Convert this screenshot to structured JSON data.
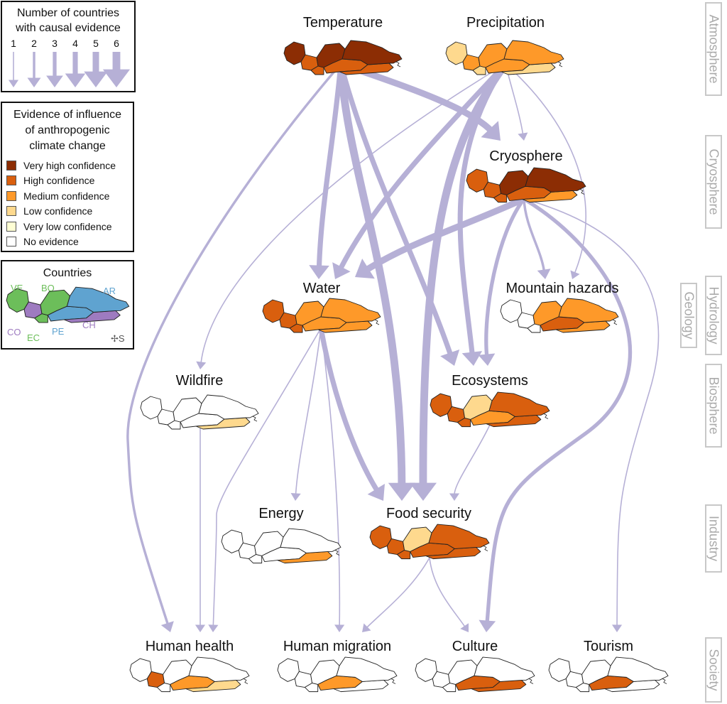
{
  "colors": {
    "arrow": "#b6b0d6",
    "very_high": "#8c2d04",
    "high": "#d95f0e",
    "medium": "#fe9929",
    "low": "#fed98e",
    "very_low": "#ffffd4",
    "none": "#ffffff",
    "green": "#6cbe5a",
    "purple": "#9e7bc0",
    "blue": "#5fa3d0"
  },
  "legend_arrows": {
    "title_line1": "Number of countries",
    "title_line2": "with causal evidence",
    "numbers": [
      "1",
      "2",
      "3",
      "4",
      "5",
      "6"
    ]
  },
  "legend_confidence": {
    "title_line1": "Evidence of influence",
    "title_line2": "of anthropogenic",
    "title_line3": "climate change",
    "items": [
      {
        "label": "Very high confidence",
        "color": "#8c2d04"
      },
      {
        "label": "High confidence",
        "color": "#d95f0e"
      },
      {
        "label": "Medium confidence",
        "color": "#fe9929"
      },
      {
        "label": "Low confidence",
        "color": "#fed98e"
      },
      {
        "label": "Very low confidence",
        "color": "#ffffd4"
      },
      {
        "label": "No evidence",
        "color": "#ffffff"
      }
    ]
  },
  "legend_countries": {
    "title": "Countries",
    "labels": {
      "ve": "VE",
      "bo": "BO",
      "ar": "AR",
      "co": "CO",
      "ec": "EC",
      "pe": "PE",
      "ch": "CH"
    },
    "south_marker": "S"
  },
  "nodes": [
    {
      "id": "temperature",
      "label": "Temperature",
      "colors": [
        "#8c2d04",
        "#d95f0e",
        "#d95f0e",
        "#8c2d04",
        "#d95f0e",
        "#d95f0e",
        "#8c2d04"
      ]
    },
    {
      "id": "precipitation",
      "label": "Precipitation",
      "colors": [
        "#fed98e",
        "#fe9929",
        "#fed98e",
        "#fe9929",
        "#fe9929",
        "#fed98e",
        "#fe9929"
      ]
    },
    {
      "id": "cryosphere",
      "label": "Cryosphere",
      "colors": [
        "#d95f0e",
        "#d95f0e",
        "#d95f0e",
        "#8c2d04",
        "#d95f0e",
        "#fe9929",
        "#8c2d04"
      ]
    },
    {
      "id": "water",
      "label": "Water",
      "colors": [
        "#d95f0e",
        "#d95f0e",
        "#d95f0e",
        "#fe9929",
        "#fe9929",
        "#fe9929",
        "#fe9929"
      ]
    },
    {
      "id": "mountain_hazards",
      "label": "Mountain hazards",
      "colors": [
        "#ffffff",
        "#ffffff",
        "#ffffff",
        "#fe9929",
        "#d95f0e",
        "#fe9929",
        "#fe9929"
      ]
    },
    {
      "id": "wildfire",
      "label": "Wildfire",
      "colors": [
        "#ffffff",
        "#ffffff",
        "#ffffff",
        "#ffffff",
        "#ffffff",
        "#fed98e",
        "#ffffff"
      ]
    },
    {
      "id": "ecosystems",
      "label": "Ecosystems",
      "colors": [
        "#d95f0e",
        "#d95f0e",
        "#d95f0e",
        "#fed98e",
        "#fe9929",
        "#d95f0e",
        "#d95f0e"
      ]
    },
    {
      "id": "energy",
      "label": "Energy",
      "colors": [
        "#ffffff",
        "#ffffff",
        "#ffffff",
        "#ffffff",
        "#ffffff",
        "#fe9929",
        "#ffffff"
      ]
    },
    {
      "id": "food_security",
      "label": "Food security",
      "colors": [
        "#d95f0e",
        "#d95f0e",
        "#d95f0e",
        "#fed98e",
        "#d95f0e",
        "#d95f0e",
        "#d95f0e"
      ]
    },
    {
      "id": "human_health",
      "label": "Human health",
      "colors": [
        "#ffffff",
        "#d95f0e",
        "#ffffff",
        "#ffffff",
        "#fe9929",
        "#fed98e",
        "#ffffff"
      ]
    },
    {
      "id": "human_migration",
      "label": "Human migration",
      "colors": [
        "#ffffff",
        "#ffffff",
        "#ffffff",
        "#ffffff",
        "#fe9929",
        "#ffffff",
        "#ffffff"
      ]
    },
    {
      "id": "culture",
      "label": "Culture",
      "colors": [
        "#ffffff",
        "#ffffff",
        "#ffffff",
        "#ffffff",
        "#d95f0e",
        "#d95f0e",
        "#ffffff"
      ]
    },
    {
      "id": "tourism",
      "label": "Tourism",
      "colors": [
        "#ffffff",
        "#ffffff",
        "#ffffff",
        "#ffffff",
        "#d95f0e",
        "#ffffff",
        "#ffffff"
      ]
    }
  ],
  "edges": [
    {
      "from": "temperature",
      "to": "cryosphere",
      "countries": 5
    },
    {
      "from": "temperature",
      "to": "water",
      "countries": 4
    },
    {
      "from": "temperature",
      "to": "ecosystems",
      "countries": 4
    },
    {
      "from": "temperature",
      "to": "food_security",
      "countries": 6
    },
    {
      "from": "temperature",
      "to": "human_health",
      "countries": 2
    },
    {
      "from": "precipitation",
      "to": "cryosphere",
      "countries": 1
    },
    {
      "from": "precipitation",
      "to": "water",
      "countries": 4
    },
    {
      "from": "precipitation",
      "to": "ecosystems",
      "countries": 4
    },
    {
      "from": "precipitation",
      "to": "food_security",
      "countries": 6
    },
    {
      "from": "precipitation",
      "to": "wildfire",
      "countries": 1
    },
    {
      "from": "precipitation",
      "to": "mountain_hazards",
      "countries": 1
    },
    {
      "from": "cryosphere",
      "to": "water",
      "countries": 5
    },
    {
      "from": "cryosphere",
      "to": "mountain_hazards",
      "countries": 2
    },
    {
      "from": "cryosphere",
      "to": "ecosystems",
      "countries": 3
    },
    {
      "from": "cryosphere",
      "to": "culture",
      "countries": 3
    },
    {
      "from": "cryosphere",
      "to": "tourism",
      "countries": 1
    },
    {
      "from": "water",
      "to": "energy",
      "countries": 1
    },
    {
      "from": "water",
      "to": "food_security",
      "countries": 4
    },
    {
      "from": "water",
      "to": "human_health",
      "countries": 1
    },
    {
      "from": "water",
      "to": "human_migration",
      "countries": 1
    },
    {
      "from": "wildfire",
      "to": "human_health",
      "countries": 1
    },
    {
      "from": "ecosystems",
      "to": "food_security",
      "countries": 1
    },
    {
      "from": "food_security",
      "to": "human_migration",
      "countries": 1
    },
    {
      "from": "food_security",
      "to": "culture",
      "countries": 1
    }
  ],
  "side_labels": [
    "Atmosphere",
    "Cryosphere",
    "Hydrology",
    "Geology",
    "Biosphere",
    "Industry",
    "Society"
  ]
}
